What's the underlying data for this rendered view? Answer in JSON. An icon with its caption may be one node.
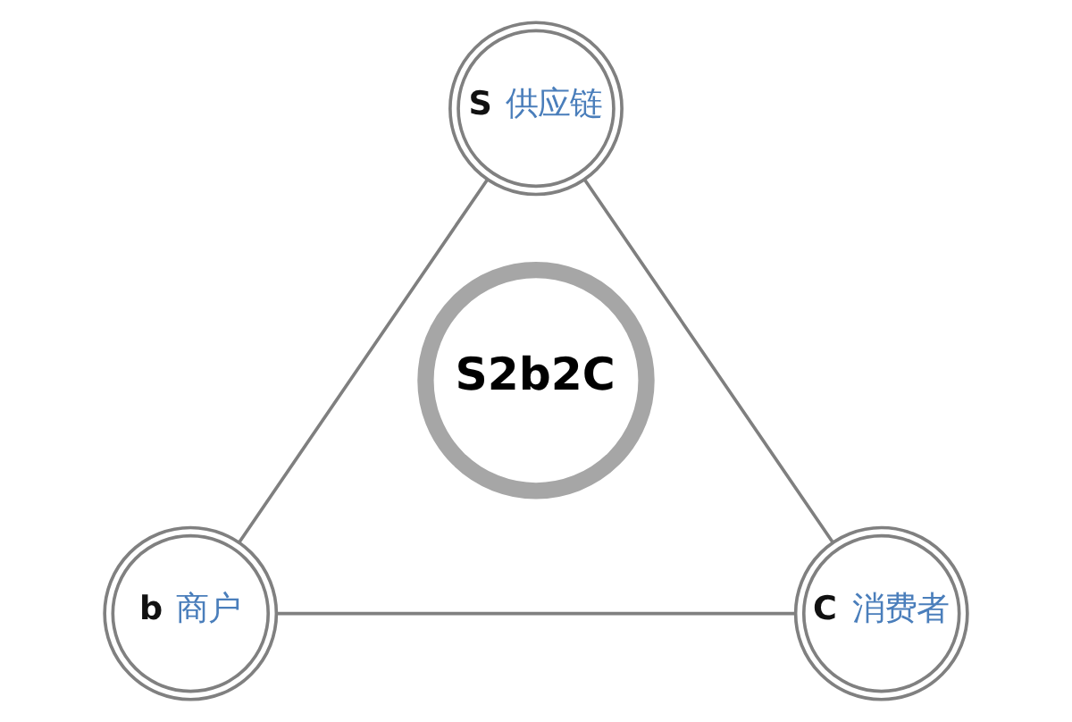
{
  "diagram": {
    "nodes": [
      {
        "text": [
          "S 供应链"
        ]
      },
      {
        "text": [
          "S2b2C"
        ]
      },
      {
        "text": [
          "b 商户"
        ]
      },
      {
        "text": [
          "C 消费者"
        ]
      }
    ],
    "edges": [
      {
        "from": 0,
        "to": 2,
        "arrow": "none"
      },
      {
        "from": 0,
        "to": 3,
        "arrow": "none"
      },
      {
        "from": 2,
        "to": 3,
        "arrow": "none"
      }
    ]
  }
}
